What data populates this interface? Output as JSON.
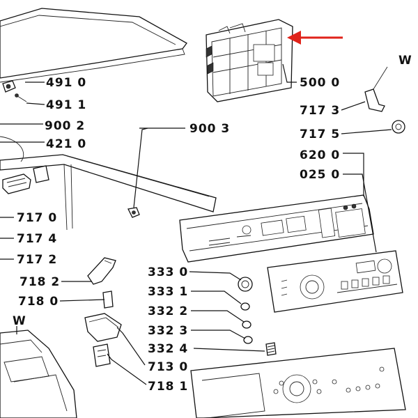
{
  "labels": {
    "l4910": "491 0",
    "l4911": "491 1",
    "l9002": "900 2",
    "l4210": "421 0",
    "l9003": "900 3",
    "l5000": "500 0",
    "l7173": "717 3",
    "l7175": "717 5",
    "l6200": "620 0",
    "l0250": "025 0",
    "l7170": "717 0",
    "l7174": "717 4",
    "l7172": "717 2",
    "l7182": "718 2",
    "l7180": "718 0",
    "l3330": "333 0",
    "l3331": "333 1",
    "l3322": "332 2",
    "l3323": "332 3",
    "l3324": "332 4",
    "l7130": "713 0",
    "l7181": "718 1",
    "wTop": "W",
    "wLeft": "W"
  },
  "highlight": {
    "arrow_color": "#e0231a",
    "target": "500 0"
  },
  "icons": [
    "red-pointer-arrow"
  ]
}
